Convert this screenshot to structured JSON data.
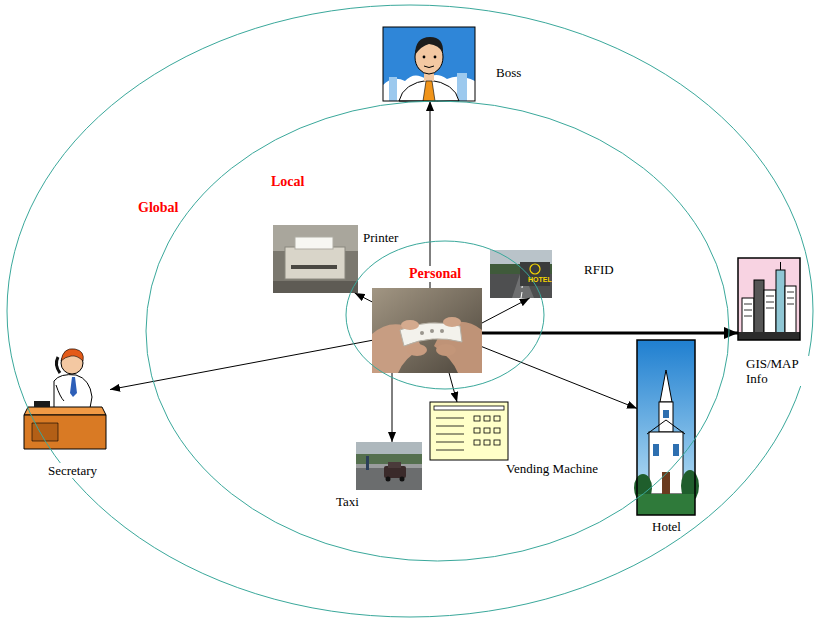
{
  "diagram": {
    "nodes": [
      {
        "text": [
          "Global"
        ]
      },
      {
        "text": [
          "Boss"
        ],
        "in": 0
      },
      {
        "text": [
          "Local"
        ],
        "in": 0
      },
      {
        "text": [
          "Printer"
        ],
        "in": 2
      },
      {
        "text": [
          "Personal"
        ],
        "in": 2
      },
      {
        "text": [
          "RFID"
        ],
        "in": 2
      },
      {
        "text": [
          "Secretary"
        ],
        "in": 0
      },
      {
        "text": [
          "GIS/MAP Info"
        ],
        "in": 0
      },
      {
        "text": [
          "Vending Machine"
        ],
        "in": 2
      },
      {
        "text": [
          "Hotel"
        ],
        "in": 0
      },
      {
        "text": [
          "Taxi"
        ],
        "in": 2
      }
    ],
    "edges": [
      {
        "from": 4,
        "to": 1,
        "arrow": "to"
      },
      {
        "from": 4,
        "to": 3,
        "arrow": "to"
      },
      {
        "from": 4,
        "to": 5,
        "arrow": "to"
      },
      {
        "from": 4,
        "to": 7,
        "arrow": "to"
      },
      {
        "from": 4,
        "to": 9,
        "arrow": "to"
      },
      {
        "from": 4,
        "to": 8,
        "arrow": "to"
      },
      {
        "from": 4,
        "to": 10,
        "arrow": "to"
      },
      {
        "from": 4,
        "to": 6,
        "arrow": "to"
      }
    ],
    "labels": [
      "HOTEL"
    ]
  }
}
